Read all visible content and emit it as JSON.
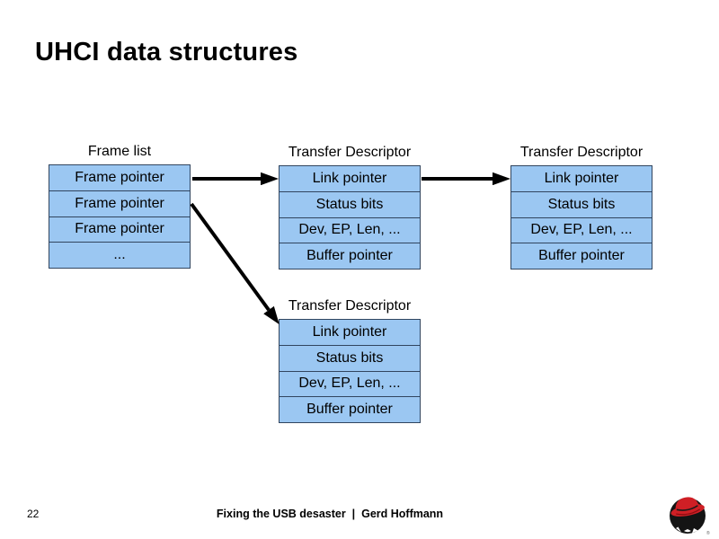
{
  "slide": {
    "title": "UHCI data structures",
    "footer": {
      "page_number": "22",
      "credit": "Fixing the USB desaster  |  Gerd Hoffmann"
    },
    "logo": "redhat-shadowman"
  },
  "colors": {
    "cell_fill": "#9bc7f2",
    "cell_border": "#31455f",
    "arrow": "#000000",
    "logo_red": "#cf1f25",
    "logo_black": "#141414"
  },
  "diagram": {
    "tables": [
      {
        "id": "frame-list",
        "label": "Frame list",
        "rows": [
          "Frame pointer",
          "Frame pointer",
          "Frame pointer",
          "..."
        ]
      },
      {
        "id": "transfer-descriptor-1",
        "label": "Transfer Descriptor",
        "rows": [
          "Link pointer",
          "Status bits",
          "Dev, EP, Len, ...",
          "Buffer pointer"
        ]
      },
      {
        "id": "transfer-descriptor-2",
        "label": "Transfer Descriptor",
        "rows": [
          "Link pointer",
          "Status bits",
          "Dev, EP, Len, ...",
          "Buffer pointer"
        ]
      },
      {
        "id": "transfer-descriptor-3",
        "label": "Transfer Descriptor",
        "rows": [
          "Link pointer",
          "Status bits",
          "Dev, EP, Len, ...",
          "Buffer pointer"
        ]
      }
    ],
    "arrows": [
      {
        "name": "frame-pointer-1-to-td1-link-pointer"
      },
      {
        "name": "td1-link-pointer-to-td2-link-pointer"
      },
      {
        "name": "frame-pointer-2-to-td3-link-pointer"
      }
    ]
  }
}
